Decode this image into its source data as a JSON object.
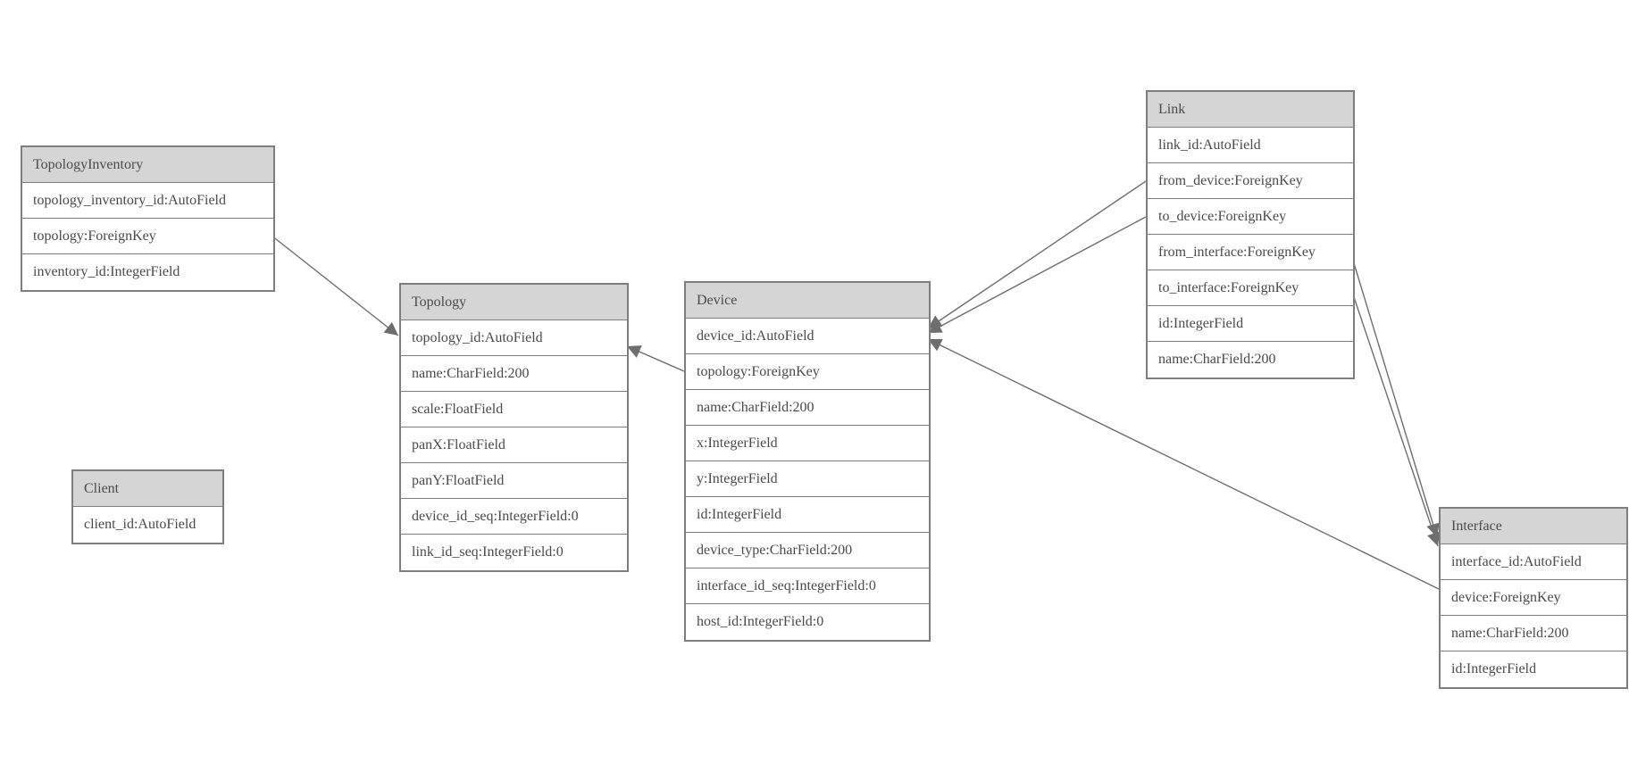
{
  "diagram": {
    "colors": {
      "background": "#ffffff",
      "header_fill": "#d5d5d5",
      "body_fill": "#ffffff",
      "border": "#7e7e7e",
      "text": "#4a4a4a",
      "edge": "#6e6e6e"
    },
    "entities": [
      {
        "title": "TopologyInventory",
        "fields": [
          "topology_inventory_id:AutoField",
          "topology:ForeignKey",
          "inventory_id:IntegerField"
        ]
      },
      {
        "title": "Topology",
        "fields": [
          "topology_id:AutoField",
          "name:CharField:200",
          "scale:FloatField",
          "panX:FloatField",
          "panY:FloatField",
          "device_id_seq:IntegerField:0",
          "link_id_seq:IntegerField:0"
        ]
      },
      {
        "title": "Client",
        "fields": [
          "client_id:AutoField"
        ]
      },
      {
        "title": "Device",
        "fields": [
          "device_id:AutoField",
          "topology:ForeignKey",
          "name:CharField:200",
          "x:IntegerField",
          "y:IntegerField",
          "id:IntegerField",
          "device_type:CharField:200",
          "interface_id_seq:IntegerField:0",
          "host_id:IntegerField:0"
        ]
      },
      {
        "title": "Link",
        "fields": [
          "link_id:AutoField",
          "from_device:ForeignKey",
          "to_device:ForeignKey",
          "from_interface:ForeignKey",
          "to_interface:ForeignKey",
          "id:IntegerField",
          "name:CharField:200"
        ]
      },
      {
        "title": "Interface",
        "fields": [
          "interface_id:AutoField",
          "device:ForeignKey",
          "name:CharField:200",
          "id:IntegerField"
        ]
      }
    ],
    "edges": [
      {
        "from_entity": "TopologyInventory",
        "from_field": "topology",
        "to_entity": "Topology"
      },
      {
        "from_entity": "Device",
        "from_field": "topology",
        "to_entity": "Topology"
      },
      {
        "from_entity": "Link",
        "from_field": "from_device",
        "to_entity": "Device"
      },
      {
        "from_entity": "Link",
        "from_field": "to_device",
        "to_entity": "Device"
      },
      {
        "from_entity": "Interface",
        "from_field": "device",
        "to_entity": "Device"
      },
      {
        "from_entity": "Link",
        "from_field": "from_interface",
        "to_entity": "Interface"
      },
      {
        "from_entity": "Link",
        "from_field": "to_interface",
        "to_entity": "Interface"
      }
    ]
  }
}
